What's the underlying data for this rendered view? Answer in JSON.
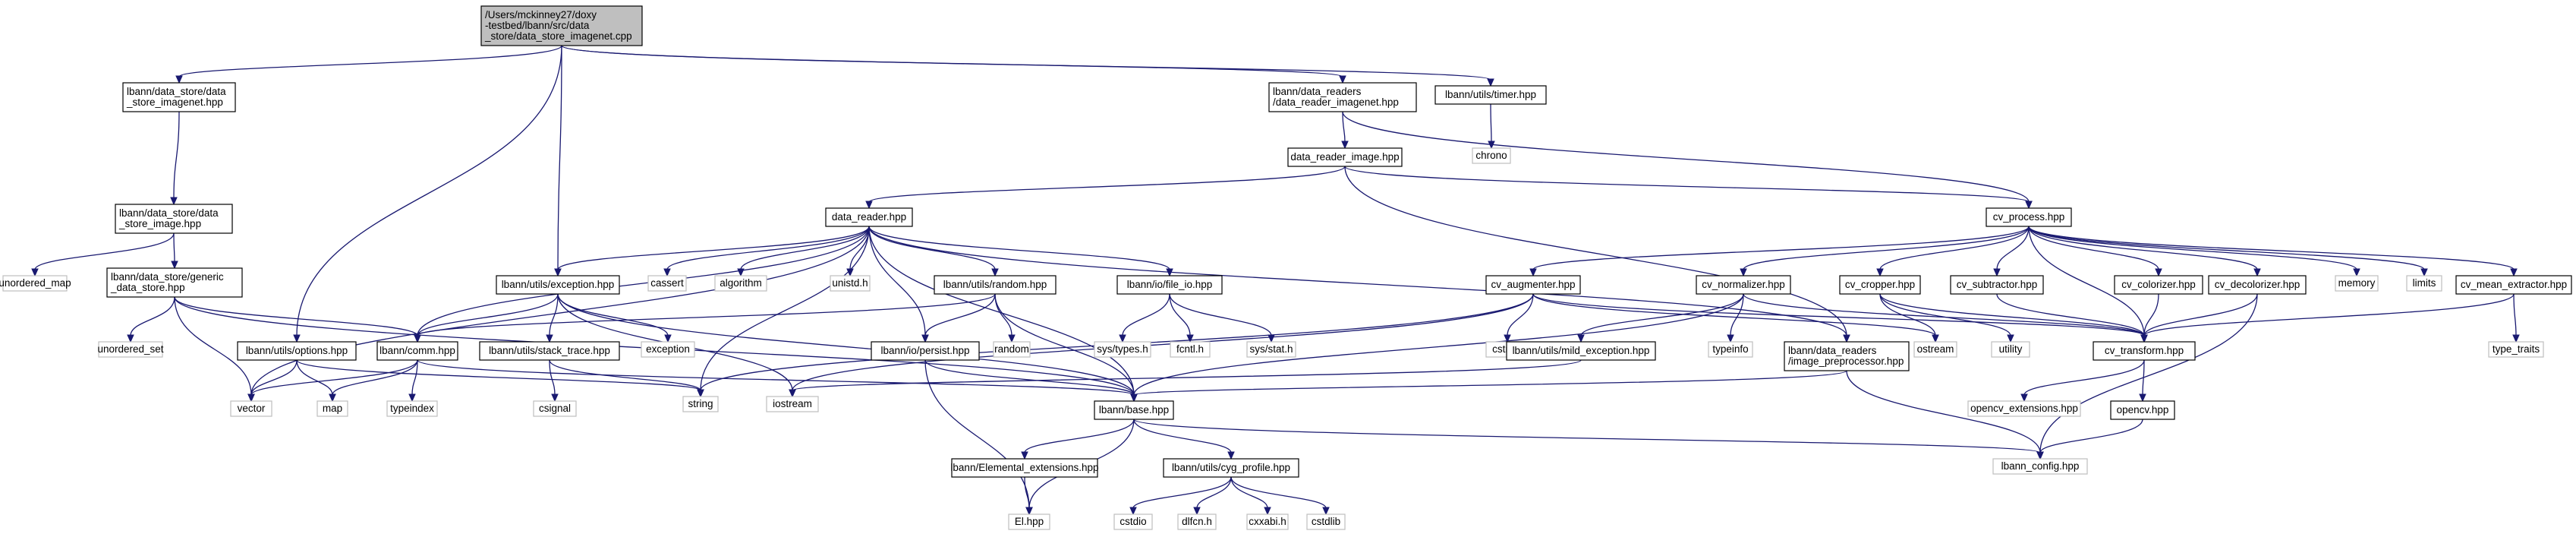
{
  "colors": {
    "edge": "#191970",
    "node_border": "#000000",
    "root_fill": "#bfbfbf",
    "node_fill": "#ffffff",
    "external_border": "#bfbfbf",
    "text": "#000000"
  },
  "nodes": [
    {
      "id": "root",
      "lines": [
        "/Users/mckinney27/doxy",
        "-testbed/lbann/src/data",
        "_store/data_store_imagenet.cpp"
      ],
      "kind": "root"
    },
    {
      "id": "ds_imagenet",
      "lines": [
        "lbann/data_store/data",
        "_store_imagenet.hpp"
      ],
      "kind": "file"
    },
    {
      "id": "dr_imagenet",
      "lines": [
        "lbann/data_readers",
        "/data_reader_imagenet.hpp"
      ],
      "kind": "file"
    },
    {
      "id": "timer",
      "lines": [
        "lbann/utils/timer.hpp"
      ],
      "kind": "file"
    },
    {
      "id": "chrono",
      "lines": [
        "chrono"
      ],
      "kind": "external"
    },
    {
      "id": "dr_image",
      "lines": [
        "data_reader_image.hpp"
      ],
      "kind": "file"
    },
    {
      "id": "ds_image",
      "lines": [
        "lbann/data_store/data",
        "_store_image.hpp"
      ],
      "kind": "file"
    },
    {
      "id": "unordered_map",
      "lines": [
        "unordered_map"
      ],
      "kind": "external"
    },
    {
      "id": "ds_generic",
      "lines": [
        "lbann/data_store/generic",
        "_data_store.hpp"
      ],
      "kind": "file"
    },
    {
      "id": "unordered_set",
      "lines": [
        "unordered_set"
      ],
      "kind": "external"
    },
    {
      "id": "options",
      "lines": [
        "lbann/utils/options.hpp"
      ],
      "kind": "file"
    },
    {
      "id": "data_reader",
      "lines": [
        "data_reader.hpp"
      ],
      "kind": "file"
    },
    {
      "id": "exception",
      "lines": [
        "lbann/utils/exception.hpp"
      ],
      "kind": "file"
    },
    {
      "id": "cassert",
      "lines": [
        "cassert"
      ],
      "kind": "external"
    },
    {
      "id": "algorithm",
      "lines": [
        "algorithm"
      ],
      "kind": "external"
    },
    {
      "id": "unistd",
      "lines": [
        "unistd.h"
      ],
      "kind": "external"
    },
    {
      "id": "random_hpp",
      "lines": [
        "lbann/utils/random.hpp"
      ],
      "kind": "file"
    },
    {
      "id": "file_io",
      "lines": [
        "lbann/io/file_io.hpp"
      ],
      "kind": "file"
    },
    {
      "id": "comm",
      "lines": [
        "lbann/comm.hpp"
      ],
      "kind": "file"
    },
    {
      "id": "stack_trace",
      "lines": [
        "lbann/utils/stack_trace.hpp"
      ],
      "kind": "file"
    },
    {
      "id": "exception_std",
      "lines": [
        "exception"
      ],
      "kind": "external"
    },
    {
      "id": "persist",
      "lines": [
        "lbann/io/persist.hpp"
      ],
      "kind": "file"
    },
    {
      "id": "random_std",
      "lines": [
        "random"
      ],
      "kind": "external"
    },
    {
      "id": "sys_types",
      "lines": [
        "sys/types.h"
      ],
      "kind": "external"
    },
    {
      "id": "fcntl",
      "lines": [
        "fcntl.h"
      ],
      "kind": "external"
    },
    {
      "id": "sys_stat",
      "lines": [
        "sys/stat.h"
      ],
      "kind": "external"
    },
    {
      "id": "vector",
      "lines": [
        "vector"
      ],
      "kind": "external"
    },
    {
      "id": "map",
      "lines": [
        "map"
      ],
      "kind": "external"
    },
    {
      "id": "typeindex",
      "lines": [
        "typeindex"
      ],
      "kind": "external"
    },
    {
      "id": "csignal",
      "lines": [
        "csignal"
      ],
      "kind": "external"
    },
    {
      "id": "string",
      "lines": [
        "string"
      ],
      "kind": "external"
    },
    {
      "id": "iostream",
      "lines": [
        "iostream"
      ],
      "kind": "external"
    },
    {
      "id": "base",
      "lines": [
        "lbann/base.hpp"
      ],
      "kind": "file"
    },
    {
      "id": "elemental_ext",
      "lines": [
        "lbann/Elemental_extensions.hpp"
      ],
      "kind": "file"
    },
    {
      "id": "cyg_profile",
      "lines": [
        "lbann/utils/cyg_profile.hpp"
      ],
      "kind": "file"
    },
    {
      "id": "el",
      "lines": [
        "El.hpp"
      ],
      "kind": "external"
    },
    {
      "id": "cstdio",
      "lines": [
        "cstdio"
      ],
      "kind": "external"
    },
    {
      "id": "dlfcn",
      "lines": [
        "dlfcn.h"
      ],
      "kind": "external"
    },
    {
      "id": "cxxabi",
      "lines": [
        "cxxabi.h"
      ],
      "kind": "external"
    },
    {
      "id": "cstdlib",
      "lines": [
        "cstdlib"
      ],
      "kind": "external"
    },
    {
      "id": "cv_process",
      "lines": [
        "cv_process.hpp"
      ],
      "kind": "file"
    },
    {
      "id": "cv_augmenter",
      "lines": [
        "cv_augmenter.hpp"
      ],
      "kind": "file"
    },
    {
      "id": "cstring",
      "lines": [
        "cstring"
      ],
      "kind": "external"
    },
    {
      "id": "cv_normalizer",
      "lines": [
        "cv_normalizer.hpp"
      ],
      "kind": "file"
    },
    {
      "id": "typeinfo",
      "lines": [
        "typeinfo"
      ],
      "kind": "external"
    },
    {
      "id": "mild_exception",
      "lines": [
        "lbann/utils/mild_exception.hpp"
      ],
      "kind": "file"
    },
    {
      "id": "image_preprocessor",
      "lines": [
        "lbann/data_readers",
        "/image_preprocessor.hpp"
      ],
      "kind": "file"
    },
    {
      "id": "cv_cropper",
      "lines": [
        "cv_cropper.hpp"
      ],
      "kind": "file"
    },
    {
      "id": "ostream",
      "lines": [
        "ostream"
      ],
      "kind": "external"
    },
    {
      "id": "utility",
      "lines": [
        "utility"
      ],
      "kind": "external"
    },
    {
      "id": "cv_subtractor",
      "lines": [
        "cv_subtractor.hpp"
      ],
      "kind": "file"
    },
    {
      "id": "cv_colorizer",
      "lines": [
        "cv_colorizer.hpp"
      ],
      "kind": "file"
    },
    {
      "id": "cv_decolorizer",
      "lines": [
        "cv_decolorizer.hpp"
      ],
      "kind": "file"
    },
    {
      "id": "memory",
      "lines": [
        "memory"
      ],
      "kind": "external"
    },
    {
      "id": "limits",
      "lines": [
        "limits"
      ],
      "kind": "external"
    },
    {
      "id": "cv_mean_extractor",
      "lines": [
        "cv_mean_extractor.hpp"
      ],
      "kind": "file"
    },
    {
      "id": "type_traits",
      "lines": [
        "type_traits"
      ],
      "kind": "external"
    },
    {
      "id": "cv_transform",
      "lines": [
        "cv_transform.hpp"
      ],
      "kind": "file"
    },
    {
      "id": "opencv_extensions",
      "lines": [
        "opencv_extensions.hpp"
      ],
      "kind": "external"
    },
    {
      "id": "opencv",
      "lines": [
        "opencv.hpp"
      ],
      "kind": "file"
    },
    {
      "id": "lbann_config",
      "lines": [
        "lbann_config.hpp"
      ],
      "kind": "external"
    }
  ],
  "edges": [
    [
      "root",
      "ds_imagenet"
    ],
    [
      "root",
      "dr_imagenet"
    ],
    [
      "root",
      "timer"
    ],
    [
      "root",
      "options"
    ],
    [
      "root",
      "exception"
    ],
    [
      "timer",
      "chrono"
    ],
    [
      "ds_imagenet",
      "ds_image"
    ],
    [
      "ds_image",
      "unordered_map"
    ],
    [
      "ds_image",
      "ds_generic"
    ],
    [
      "ds_generic",
      "unordered_set"
    ],
    [
      "ds_generic",
      "vector"
    ],
    [
      "ds_generic",
      "comm"
    ],
    [
      "ds_generic",
      "base"
    ],
    [
      "dr_imagenet",
      "dr_image"
    ],
    [
      "dr_imagenet",
      "cv_process"
    ],
    [
      "dr_image",
      "data_reader"
    ],
    [
      "dr_image",
      "image_preprocessor"
    ],
    [
      "dr_image",
      "cv_process"
    ],
    [
      "data_reader",
      "exception"
    ],
    [
      "data_reader",
      "cassert"
    ],
    [
      "data_reader",
      "algorithm"
    ],
    [
      "data_reader",
      "unistd"
    ],
    [
      "data_reader",
      "random_hpp"
    ],
    [
      "data_reader",
      "file_io"
    ],
    [
      "data_reader",
      "comm"
    ],
    [
      "data_reader",
      "persist"
    ],
    [
      "data_reader",
      "vector"
    ],
    [
      "data_reader",
      "string"
    ],
    [
      "data_reader",
      "base"
    ],
    [
      "data_reader",
      "image_preprocessor"
    ],
    [
      "options",
      "vector"
    ],
    [
      "options",
      "map"
    ],
    [
      "options",
      "string"
    ],
    [
      "exception",
      "comm"
    ],
    [
      "exception",
      "stack_trace"
    ],
    [
      "exception",
      "exception_std"
    ],
    [
      "exception",
      "iostream"
    ],
    [
      "exception",
      "base"
    ],
    [
      "random_hpp",
      "comm"
    ],
    [
      "random_hpp",
      "persist"
    ],
    [
      "random_hpp",
      "random_std"
    ],
    [
      "random_hpp",
      "base"
    ],
    [
      "file_io",
      "sys_types"
    ],
    [
      "file_io",
      "fcntl"
    ],
    [
      "file_io",
      "sys_stat"
    ],
    [
      "comm",
      "vector"
    ],
    [
      "comm",
      "map"
    ],
    [
      "comm",
      "typeindex"
    ],
    [
      "comm",
      "base"
    ],
    [
      "stack_trace",
      "csignal"
    ],
    [
      "stack_trace",
      "string"
    ],
    [
      "persist",
      "base"
    ],
    [
      "persist",
      "el"
    ],
    [
      "base",
      "elemental_ext"
    ],
    [
      "base",
      "cyg_profile"
    ],
    [
      "base",
      "el"
    ],
    [
      "base",
      "lbann_config"
    ],
    [
      "elemental_ext",
      "el"
    ],
    [
      "cyg_profile",
      "cstdio"
    ],
    [
      "cyg_profile",
      "dlfcn"
    ],
    [
      "cyg_profile",
      "cxxabi"
    ],
    [
      "cyg_profile",
      "cstdlib"
    ],
    [
      "cv_process",
      "cv_augmenter"
    ],
    [
      "cv_process",
      "cv_normalizer"
    ],
    [
      "cv_process",
      "cv_cropper"
    ],
    [
      "cv_process",
      "cv_subtractor"
    ],
    [
      "cv_process",
      "cv_colorizer"
    ],
    [
      "cv_process",
      "cv_decolorizer"
    ],
    [
      "cv_process",
      "memory"
    ],
    [
      "cv_process",
      "limits"
    ],
    [
      "cv_process",
      "cv_mean_extractor"
    ],
    [
      "cv_process",
      "cv_transform"
    ],
    [
      "cv_augmenter",
      "cv_transform"
    ],
    [
      "cv_augmenter",
      "cstring"
    ],
    [
      "cv_augmenter",
      "ostream"
    ],
    [
      "cv_augmenter",
      "iostream"
    ],
    [
      "cv_augmenter",
      "string"
    ],
    [
      "cv_normalizer",
      "cv_transform"
    ],
    [
      "cv_normalizer",
      "typeinfo"
    ],
    [
      "cv_normalizer",
      "mild_exception"
    ],
    [
      "cv_normalizer",
      "base"
    ],
    [
      "mild_exception",
      "iostream"
    ],
    [
      "image_preprocessor",
      "base"
    ],
    [
      "image_preprocessor",
      "lbann_config"
    ],
    [
      "cv_cropper",
      "cv_transform"
    ],
    [
      "cv_cropper",
      "ostream"
    ],
    [
      "cv_cropper",
      "utility"
    ],
    [
      "cv_subtractor",
      "cv_transform"
    ],
    [
      "cv_colorizer",
      "cv_transform"
    ],
    [
      "cv_decolorizer",
      "cv_transform"
    ],
    [
      "cv_decolorizer",
      "lbann_config"
    ],
    [
      "cv_mean_extractor",
      "cv_transform"
    ],
    [
      "cv_mean_extractor",
      "type_traits"
    ],
    [
      "cv_transform",
      "opencv_extensions"
    ],
    [
      "cv_transform",
      "opencv"
    ],
    [
      "opencv",
      "lbann_config"
    ]
  ]
}
